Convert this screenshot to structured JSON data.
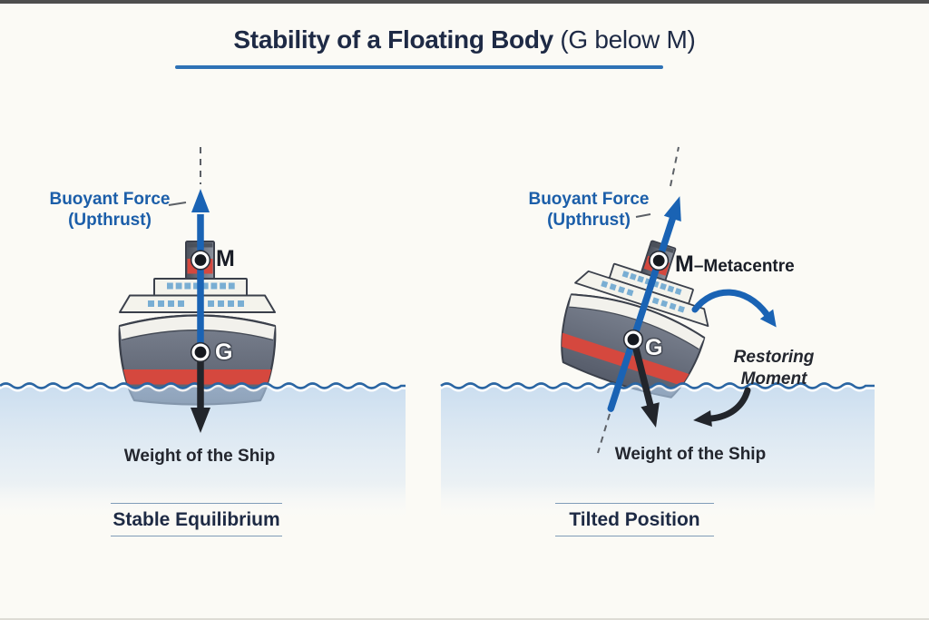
{
  "title": {
    "main": "Stability of a Floating Body",
    "paren": " (G below M)"
  },
  "left_panel": {
    "buoyant_force_line1": "Buoyant Force",
    "buoyant_force_line2": "(Upthrust)",
    "metacentre_point": "M",
    "centre_of_gravity_point": "G",
    "weight_label": "Weight of the Ship",
    "caption": "Stable Equilibrium"
  },
  "right_panel": {
    "buoyant_force_line1": "Buoyant Force",
    "buoyant_force_line2": "(Upthrust)",
    "metacentre_point": "M",
    "metacentre_suffix": "–Metacentre",
    "centre_of_gravity_point": "G",
    "restoring_line1": "Restoring",
    "restoring_line2": "Moment",
    "weight_label": "Weight of the Ship",
    "caption": "Tilted Position"
  },
  "colors": {
    "accent_blue": "#1a63b4",
    "label_blue": "#1b5ea9",
    "waterline_blue": "#2b66a3",
    "hull_red": "#d5483e",
    "hull_grey": "#5f6675",
    "title_navy": "#1e2a45",
    "arrow_black": "#22252b"
  }
}
